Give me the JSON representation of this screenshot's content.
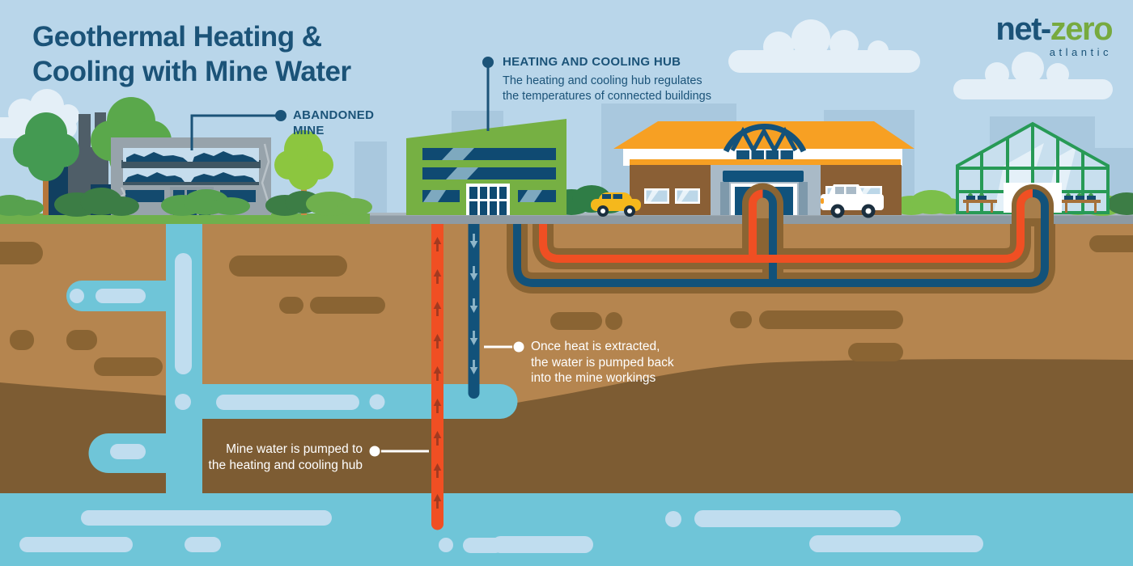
{
  "title": {
    "text": "Geothermal Heating &\nCooling with Mine Water"
  },
  "logo": {
    "part1": "net-",
    "part2": "zero",
    "sub": "atlantic"
  },
  "labels": {
    "abandoned_mine": {
      "title": "ABANDONED\nMINE"
    },
    "hub": {
      "title": "HEATING AND COOLING HUB",
      "description": "The heating and cooling hub regulates\nthe temperatures of connected buildings"
    }
  },
  "annotations": {
    "return_pipe": "Once heat is extracted,\nthe water is pumped back\ninto the mine workings",
    "supply_pipe": "Mine water is pumped to\nthe heating and cooling hub"
  },
  "palette": {
    "navy": "#1b5378",
    "logo_green": "#77aa3f",
    "hot_pipe_red": "#f04f23",
    "cold_pipe_blue": "#12527a",
    "mine_water_teal": "#6fc5d8",
    "earth_light": "#b5854f",
    "earth_dark": "#7d5c33",
    "sky": "#b9d6ea"
  }
}
